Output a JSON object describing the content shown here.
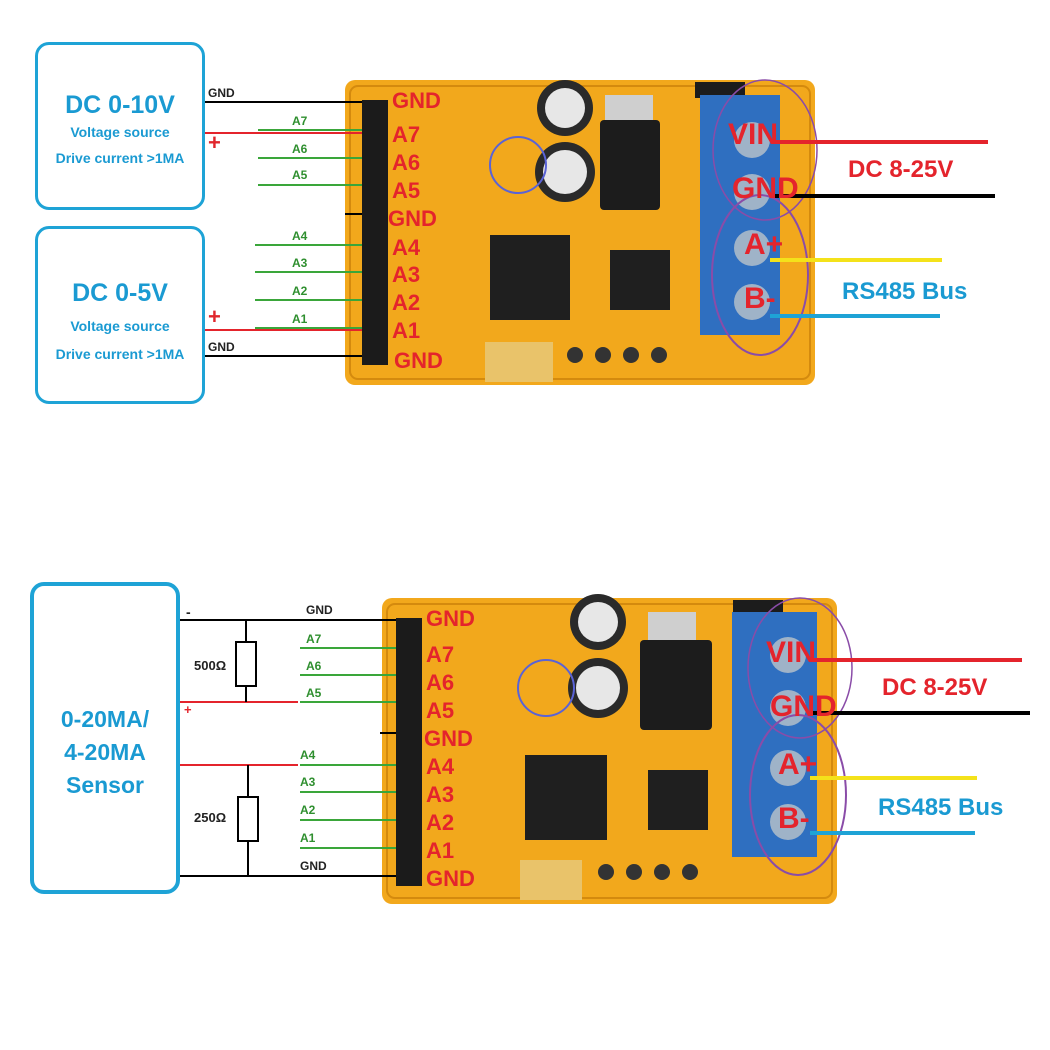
{
  "top": {
    "box1": {
      "title": "DC 0-10V",
      "line1": "Voltage source",
      "line2": "Drive current >1MA"
    },
    "box2": {
      "title": "DC 0-5V",
      "line1": "Voltage source",
      "line2": "Drive current >1MA"
    },
    "gnd_top": "GND",
    "gnd_bottom": "GND",
    "plus1": "+",
    "plus2": "+",
    "wires_upper": [
      "A7",
      "A6",
      "A5"
    ],
    "wires_lower": [
      "A4",
      "A3",
      "A2",
      "A1"
    ],
    "pins": [
      "GND",
      "A7",
      "A6",
      "A5",
      "GND",
      "A4",
      "A3",
      "A2",
      "A1",
      "GND"
    ],
    "terminals": [
      "VIN",
      "GND",
      "A+",
      "B-"
    ],
    "power_label": "DC 8-25V",
    "bus_label": "RS485 Bus"
  },
  "bottom": {
    "sensor": {
      "line1": "0-20MA/",
      "line2": "4-20MA",
      "line3": "Sensor"
    },
    "minus": "-",
    "plus": "+",
    "gnd_top": "GND",
    "gnd_bottom": "GND",
    "r1": "500Ω",
    "r2": "250Ω",
    "wires_upper": [
      "A7",
      "A6",
      "A5"
    ],
    "wires_lower": [
      "A4",
      "A3",
      "A2",
      "A1"
    ],
    "pins": [
      "GND",
      "A7",
      "A6",
      "A5",
      "GND",
      "A4",
      "A3",
      "A2",
      "A1",
      "GND"
    ],
    "terminals": [
      "VIN",
      "GND",
      "A+",
      "B-"
    ],
    "power_label": "DC 8-25V",
    "bus_label": "RS485 Bus"
  },
  "colors": {
    "board": "#f2a81c",
    "terminal": "#2f6fc0",
    "accent": "#1ea3d6",
    "red": "#e4242c",
    "green": "#3aa63a"
  }
}
